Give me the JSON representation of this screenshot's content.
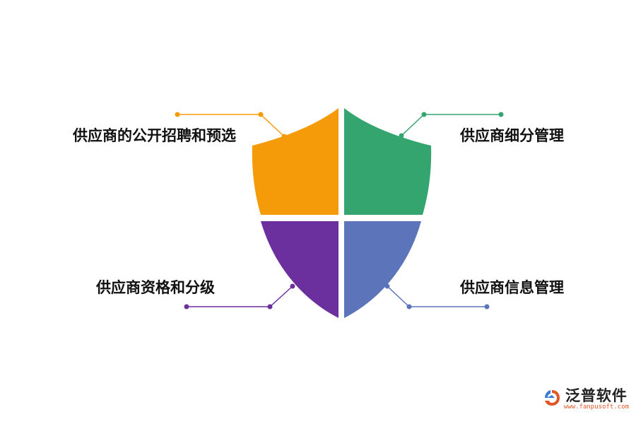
{
  "diagram": {
    "quadrants": [
      {
        "id": "top-left",
        "label": "供应商的公开招聘和预选",
        "color": "#f59b0a"
      },
      {
        "id": "top-right",
        "label": "供应商细分管理",
        "color": "#35a570"
      },
      {
        "id": "bottom-left",
        "label": "供应商资格和分级",
        "color": "#6c2f9e"
      },
      {
        "id": "bottom-right",
        "label": "供应商信息管理",
        "color": "#5b74ba"
      }
    ]
  },
  "logo": {
    "name": "泛普软件",
    "url": "www.fanpusoft.com",
    "icon": "fanpu-logo-icon"
  }
}
